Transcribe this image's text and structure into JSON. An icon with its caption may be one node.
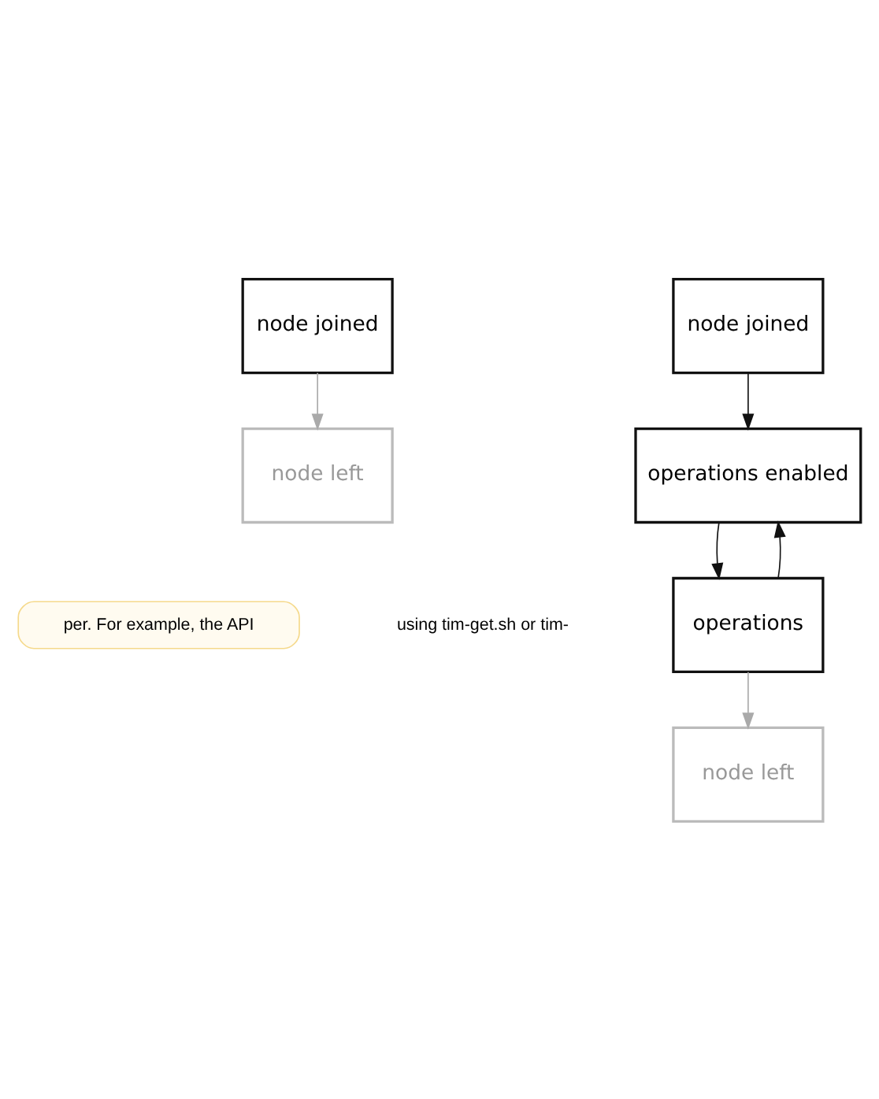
{
  "diagram": {
    "nodes": [
      {
        "text": [
          "node joined"
        ]
      },
      {
        "text": [
          "node left"
        ]
      },
      {
        "text": [
          "node joined"
        ]
      },
      {
        "text": [
          "operations enabled"
        ]
      },
      {
        "text": [
          "operations"
        ]
      },
      {
        "text": [
          "node left"
        ]
      }
    ],
    "edges": [
      {
        "from": 0,
        "to": 1,
        "arrow": "to",
        "color": "#aaaaaa"
      },
      {
        "from": 2,
        "to": 3,
        "arrow": "to"
      },
      {
        "from": 3,
        "to": 4,
        "arrow": "to"
      },
      {
        "from": 4,
        "to": 3,
        "arrow": "to"
      },
      {
        "from": 4,
        "to": 5,
        "arrow": "to",
        "color": "#aaaaaa"
      }
    ],
    "labels": [
      "per. For example, the API",
      "using tim-get.sh or tim-"
    ]
  }
}
